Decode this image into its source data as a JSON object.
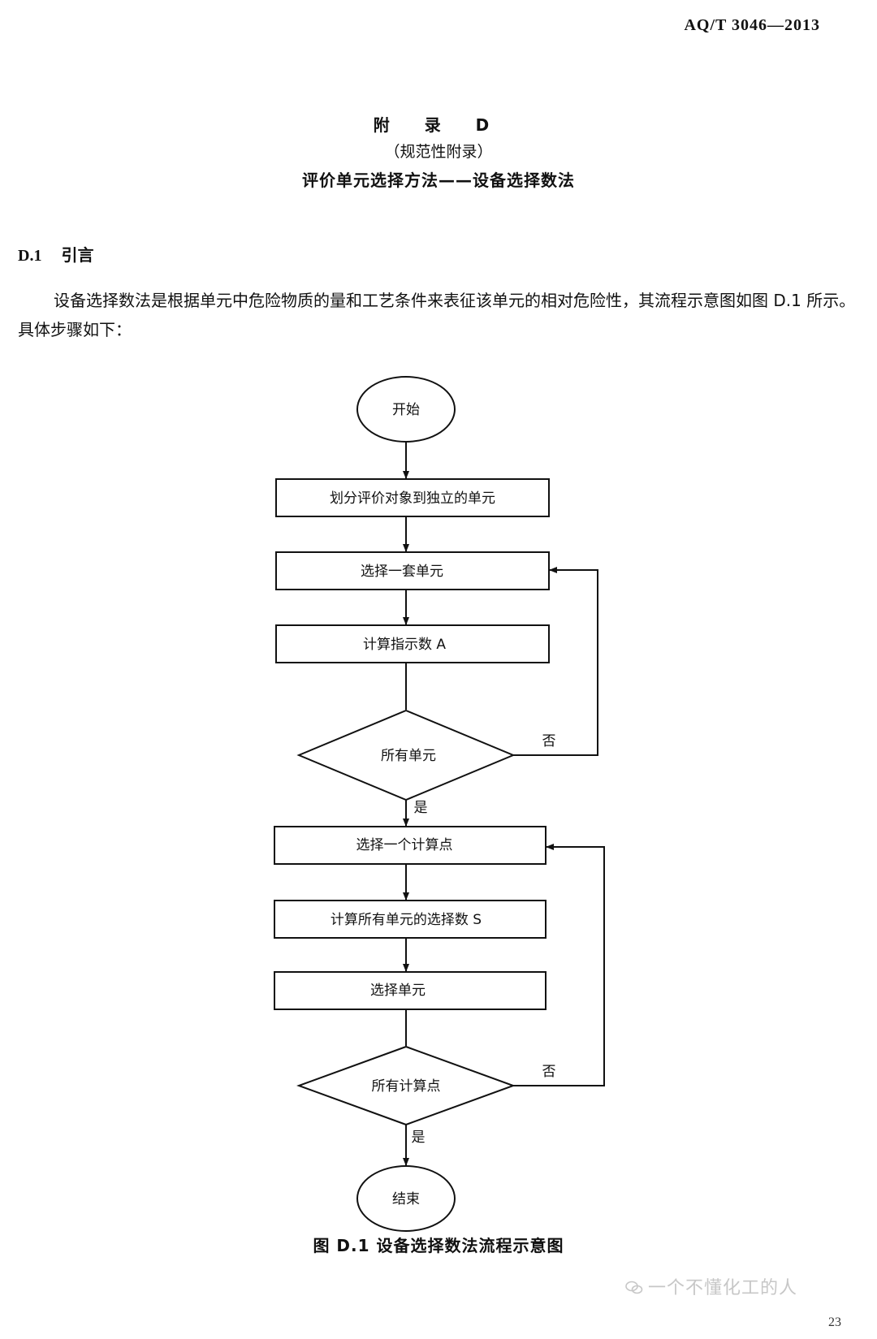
{
  "header": {
    "std_code": "AQ/T 3046—2013"
  },
  "appendix": {
    "title": "附 录 D",
    "subtitle": "（规范性附录）",
    "name": "评价单元选择方法——设备选择数法"
  },
  "section": {
    "number": "D.1",
    "title": "引言",
    "paragraph": "设备选择数法是根据单元中危险物质的量和工艺条件来表征该单元的相对危险性，其流程示意图如图 D.1 所示。具体步骤如下："
  },
  "flowchart": {
    "start": "开始",
    "step1": "划分评价对象到独立的单元",
    "step2": "选择一套单元",
    "step3": "计算指示数 A",
    "decision1": "所有单元",
    "no1": "否",
    "yes1": "是",
    "step4": "选择一个计算点",
    "step5": "计算所有单元的选择数 S",
    "step6": "选择单元",
    "decision2": "所有计算点",
    "no2": "否",
    "yes2": "是",
    "end": "结束"
  },
  "caption": "图 D.1 设备选择数法流程示意图",
  "watermark": "一个不懂化工的人",
  "page_number": "23"
}
